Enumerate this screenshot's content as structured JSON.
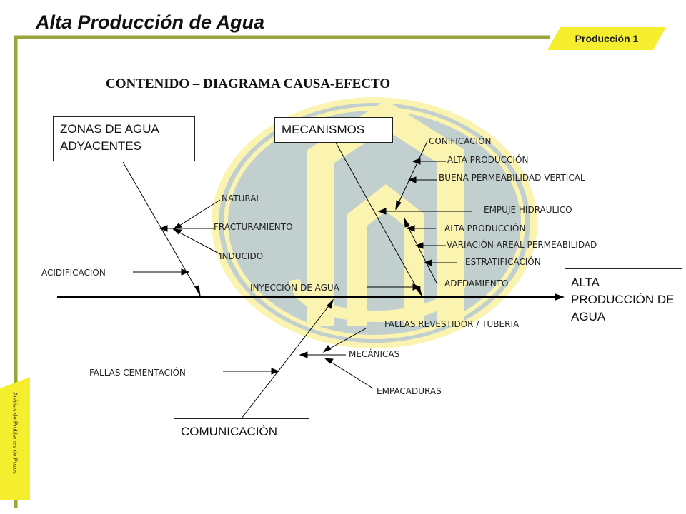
{
  "header": {
    "title": "Alta Producción de Agua",
    "tag": "Producción 1",
    "side_tab": "Análisis de Problemas de Pozos"
  },
  "diagram": {
    "heading": "CONTENIDO – DIAGRAMA CAUSA-EFECTO",
    "categories": {
      "zonas": "ZONAS DE AGUA ADYACENTES",
      "mecanismos": "MECANISMOS",
      "comunicacion": "COMUNICACIÓN"
    },
    "effect": "ALTA PRODUCCIÓN DE AGUA",
    "causes": {
      "natural": "NATURAL",
      "fracturamiento": "FRACTURAMIENTO",
      "inducido": "INDUCIDO",
      "acidificacion": "ACIDIFICACIÓN",
      "inyeccion": "INYECCIÓN DE AGUA",
      "conificacion": "CONIFICACIÓN",
      "alta_produccion_1": "ALTA PRODUCCIÓN",
      "buena_permeabilidad": "BUENA PERMEABILIDAD VERTICAL",
      "empuje": "EMPUJE HIDRAULICO",
      "alta_produccion_2": "ALTA PRODUCCIÓN",
      "variacion": "VARIACIÓN AREAL PERMEABILIDAD",
      "estratificacion": "ESTRATIFICACIÓN",
      "adedamiento": "ADEDAMIENTO",
      "fallas_revestidor": "FALLAS REVESTIDOR / TUBERIA",
      "mecanicas": "MECÁNICAS",
      "fallas_cementacion": "FALLAS CEMENTACIÓN",
      "empacaduras": "EMPACADURAS"
    }
  },
  "colors": {
    "accent_yellow": "#f5ee2e",
    "border_olive": "#9aa53a",
    "watermark_gray": "#c2cfcf",
    "watermark_yellow": "#fbf3b0"
  }
}
